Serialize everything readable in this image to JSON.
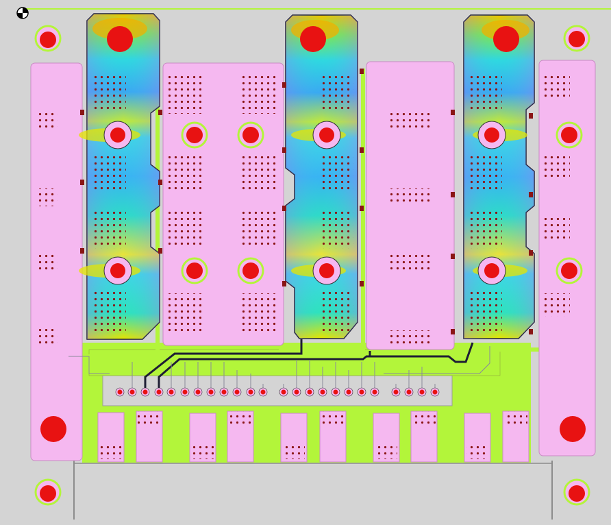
{
  "colors": {
    "background": "#d4d4d4",
    "copper": "#b3f53a",
    "pad": "#f5b8f0",
    "pad_stroke": "#c98ac4",
    "hole": "#e81212",
    "trace": "#1e1e34",
    "via": "#8a1515",
    "outline": "#9a9a9a",
    "current_palette": [
      "#e7e400",
      "#f2b400",
      "#8fe83a",
      "#27e3c8",
      "#34c6f0",
      "#2f9df0",
      "#8d6df2",
      "#c97ff2"
    ]
  },
  "icons": {
    "origin_marker": "origin-crosshair-icon"
  },
  "layers": {
    "current_density_regions": 3,
    "bus_bar_pads": 3,
    "mounting_holes": 4
  }
}
